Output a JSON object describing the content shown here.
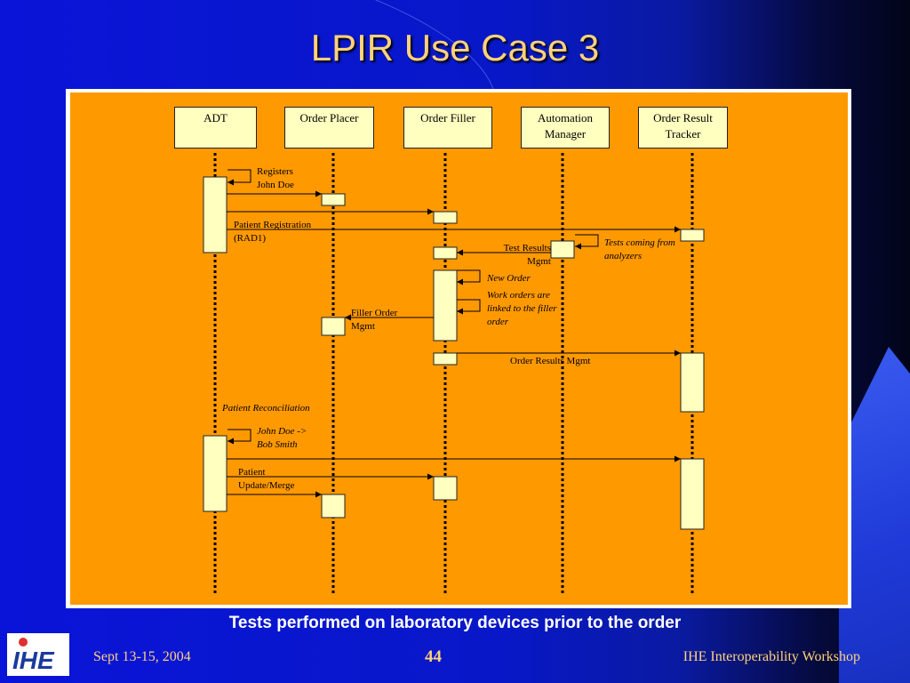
{
  "slide": {
    "title": "LPIR Use Case 3",
    "caption": "Tests performed on laboratory devices prior to the order",
    "footer_date": "Sept 13-15, 2004",
    "page_number": "44",
    "footer_right": "IHE Interoperability Workshop",
    "logo_text": "IHE"
  },
  "diagram": {
    "actors": [
      "ADT",
      "Order Placer",
      "Order Filler",
      "Automation Manager",
      "Order Result Tracker"
    ],
    "labels": {
      "registers": "Registers John Doe",
      "patient_registration": "Patient Registration (RAD1)",
      "tests_coming": "Tests coming from analyzers",
      "test_results": "Test Results Mgmt",
      "new_order": "New Order",
      "work_orders": "Work orders are linked to the filler order",
      "filler_order": "Filler Order Mgmt",
      "order_results": "Order Results Mgmt",
      "patient_reconciliation": "Patient Reconciliation",
      "john_to_bob": "John Doe -> Bob Smith",
      "patient_update": "Patient Update/Merge"
    }
  },
  "colors": {
    "panel": "#ff9900",
    "box": "#ffffc0",
    "title": "#ffd27a",
    "background": "#0a14d8"
  }
}
